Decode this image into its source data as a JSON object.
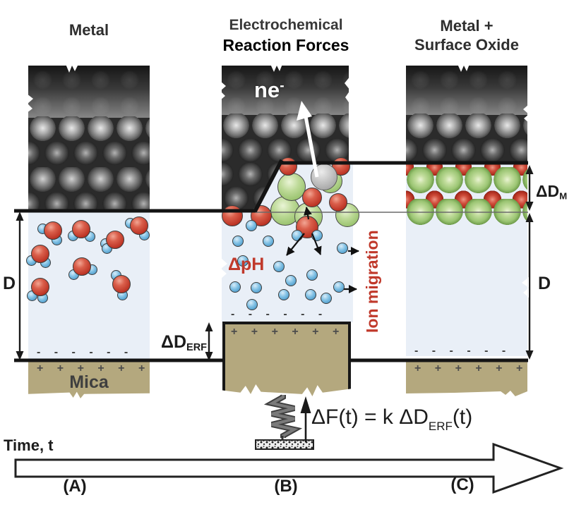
{
  "colors": {
    "accent_red": "#c0392b",
    "water_bg": "#e9eff7",
    "mica_tan": "#b4a87e",
    "ion_blue": "#5aa7d6",
    "oxide_green": "#a3cb7e",
    "oxide_red": "#c23a2c",
    "metal_gray": "#555555"
  },
  "panels": {
    "a": {
      "title": "Metal",
      "gap_label": "D",
      "substrate_label": "Mica",
      "stage_label": "(A)"
    },
    "b": {
      "title_line1": "Electrochemical",
      "title_line2": "Reaction Forces",
      "electron_label_base": "ne",
      "electron_label_sup": "-",
      "delta_ph_label": "ΔpH",
      "ion_migration_label": "Ion migration",
      "gap_change_base": "ΔD",
      "gap_change_sub": "ERF",
      "stage_label": "(B)"
    },
    "c": {
      "title_line1": "Metal +",
      "title_line2": "Surface Oxide",
      "gap_label": "D",
      "metal_change_base": "ΔD",
      "metal_change_sub": "M",
      "stage_label": "(C)"
    }
  },
  "formula": {
    "part1": "ΔF(t) = k ΔD",
    "sub": "ERF",
    "part2": "(t)"
  },
  "time_axis_label": "Time, t",
  "charges": {
    "minus_row": "- - - - - -",
    "plus_row": "+ + + + + +"
  }
}
